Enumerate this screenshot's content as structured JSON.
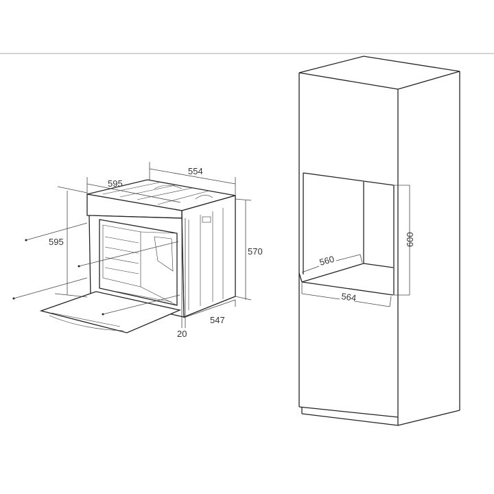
{
  "oven": {
    "dims": {
      "depth_top": "554",
      "width_top": "595",
      "height_left": "595",
      "height_right": "570",
      "depth_bottom": "547",
      "panel_offset": "20"
    }
  },
  "cabinet": {
    "dims": {
      "niche_height": "600",
      "niche_depth": "560",
      "niche_width": "564"
    }
  }
}
